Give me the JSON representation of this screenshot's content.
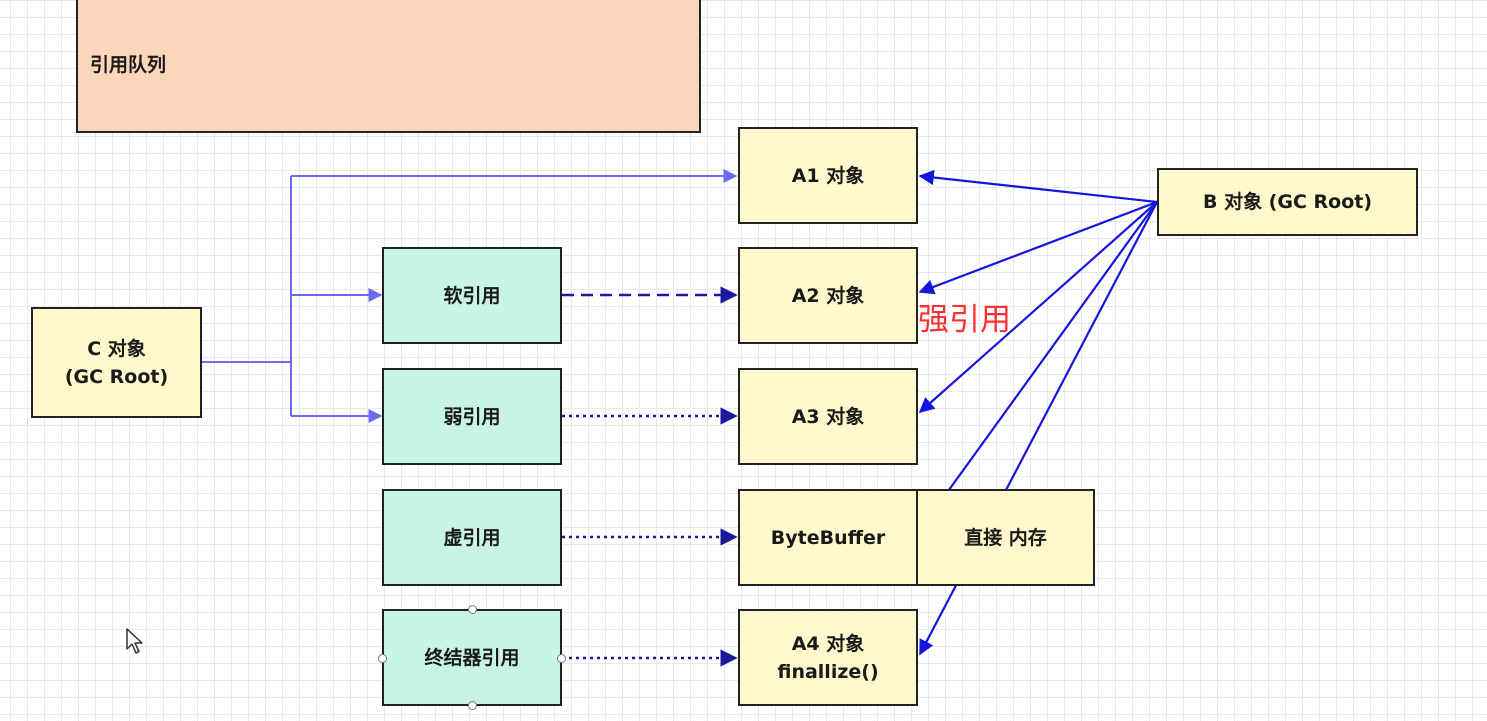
{
  "queue": {
    "label": "引用队列"
  },
  "nodes": {
    "c_root": {
      "line1": "C 对象",
      "line2": "(GC Root)"
    },
    "b_root": {
      "label": "B 对象 (GC Root)"
    },
    "a1": {
      "label": "A1 对象"
    },
    "a2": {
      "label": "A2 对象"
    },
    "a3": {
      "label": "A3 对象"
    },
    "bytebuffer": {
      "label": "ByteBuffer"
    },
    "direct_memory": {
      "label": "直接 内存"
    },
    "a4": {
      "line1": "A4 对象",
      "line2": "finallize()"
    }
  },
  "references": {
    "soft": {
      "label": "软引用"
    },
    "weak": {
      "label": "弱引用"
    },
    "phantom": {
      "label": "虚引用"
    },
    "finalizer": {
      "label": "终结器引用"
    }
  },
  "edge_label": {
    "strong": "强引用"
  },
  "colors": {
    "object_fill": "#fff8cd",
    "reference_fill": "#c7f4e4",
    "queue_fill": "#fcd6bb",
    "c_edges": "#6b6bf0",
    "b_edges": "#1515e0",
    "ref_edges": "#1a1a9a",
    "strong_label": "#ff3030"
  }
}
